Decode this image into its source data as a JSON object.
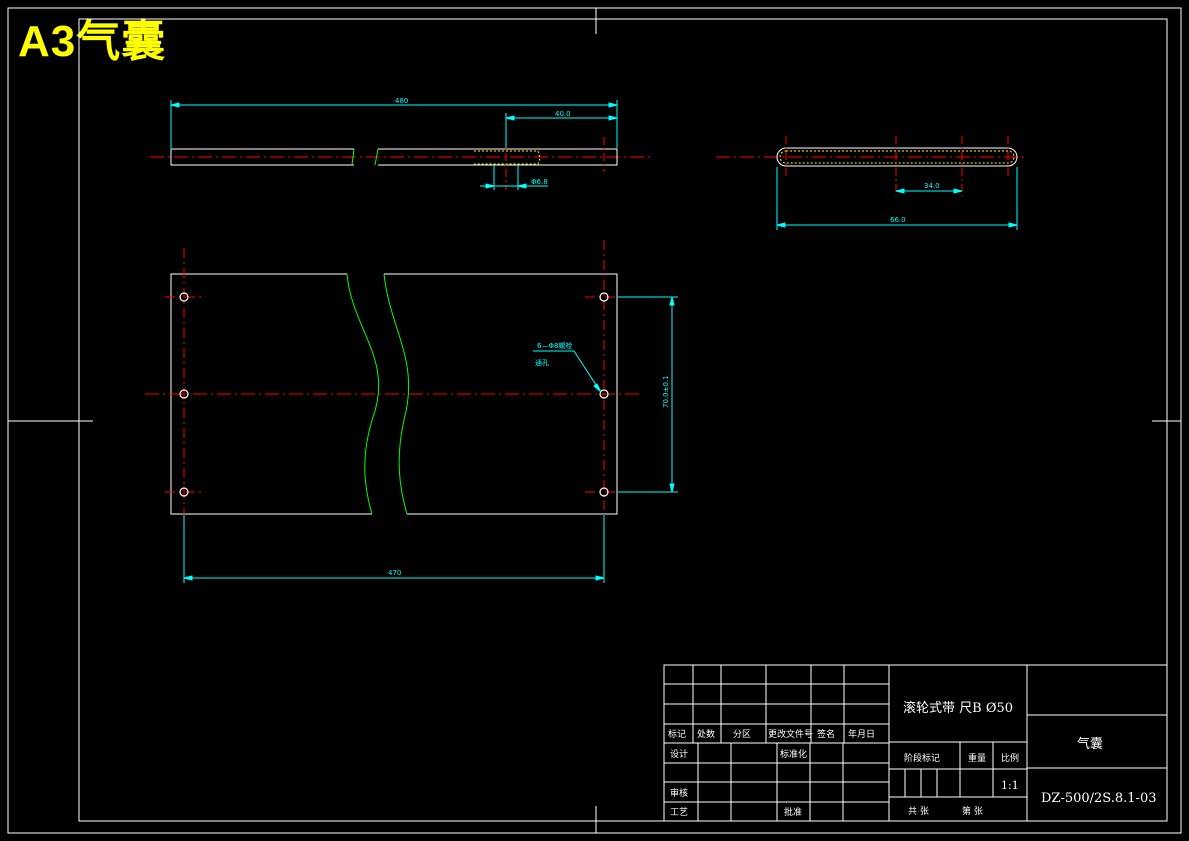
{
  "drawing_title": "A3气囊",
  "dimensions": {
    "top_length": "480",
    "top_offset": "40.0",
    "top_hole": "Φ6.8",
    "side_inner": "34.0",
    "side_outer": "66.0",
    "plan_length": "470",
    "plan_height": "70.0±0.1",
    "hole_callout_line1": "6—Φ8螺栓",
    "hole_callout_line2": "通孔"
  },
  "title_block": {
    "spec": "滚轮式带 尺B Ø50",
    "part_name": "气囊",
    "drawing_number": "DZ-500/2S.8.1-03",
    "scale": "1:1",
    "row_headers": [
      "标记",
      "处数",
      "分区",
      "更改文件号",
      "签名",
      "年月日"
    ],
    "designer": "设计",
    "standardize": "标准化",
    "review": "审核",
    "process": "工艺",
    "approve": "批准",
    "stage_mark": "阶段标记",
    "weight": "重量",
    "ratio": "比例",
    "sheets_total": "共 张",
    "sheet_no": "第 张"
  }
}
